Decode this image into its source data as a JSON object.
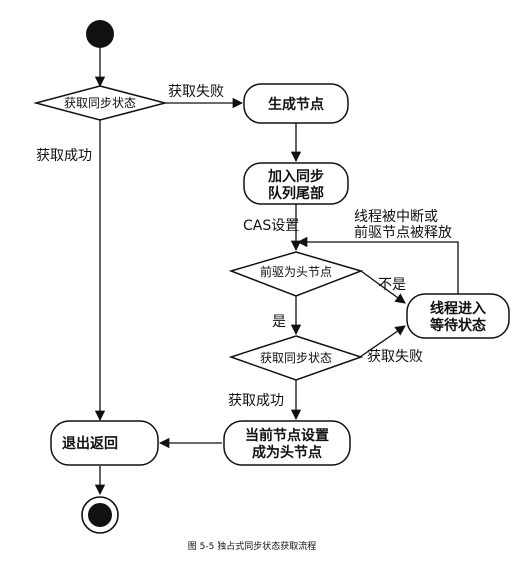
{
  "nodes": {
    "decision_acquire_initial": "获取同步状态",
    "create_node": "生成节点",
    "enqueue_line1": "加入同步",
    "enqueue_line2": "队列尾部",
    "decision_pred_head": "前驱为头节点",
    "decision_acquire_loop": "获取同步状态",
    "wait_line1": "线程进入",
    "wait_line2": "等待状态",
    "set_head_line1": "当前节点设置",
    "set_head_line2": "成为头节点",
    "exit_return": "退出返回"
  },
  "edges": {
    "acquire_fail_top": "获取失败",
    "acquire_success_left": "获取成功",
    "cas_set": "CAS设置",
    "interrupt_line1": "线程被中断或",
    "interrupt_line2": "前驱节点被释放",
    "not_yes": "不是",
    "yes": "是",
    "acquire_fail_loop": "获取失败",
    "acquire_success_loop": "获取成功"
  },
  "caption": "图 5-5   独占式同步状态获取流程"
}
